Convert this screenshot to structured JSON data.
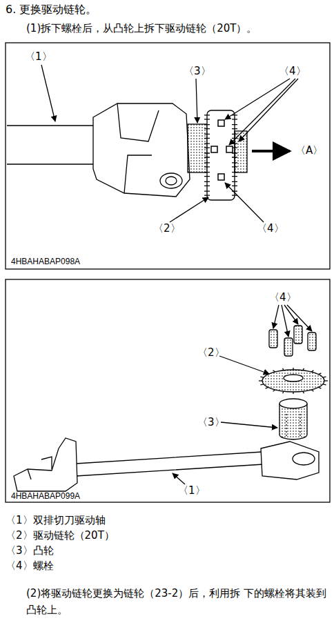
{
  "diagram": {
    "title": "6. 更换驱动链轮。",
    "labels": [
      "(1)拆下螺栓后，从凸轮上拆下驱动链轮（20T）。",
      "〈1〉",
      "〈3〉",
      "〈4〉",
      "〈A〉",
      "〈2〉",
      "〈4〉",
      "4HBAHABAP098A",
      "〈4〉",
      "〈2〉",
      "〈3〉",
      "〈1〉",
      "4HBAHABAP099A",
      "〈1〉双排切刀驱动轴",
      "〈2〉驱动链轮（20T）",
      "〈3〉凸轮",
      "〈4〉螺栓",
      "(2)将驱动链轮更换为链轮（23-2）后，利用拆 下的螺栓将其装到凸轮上。"
    ]
  }
}
